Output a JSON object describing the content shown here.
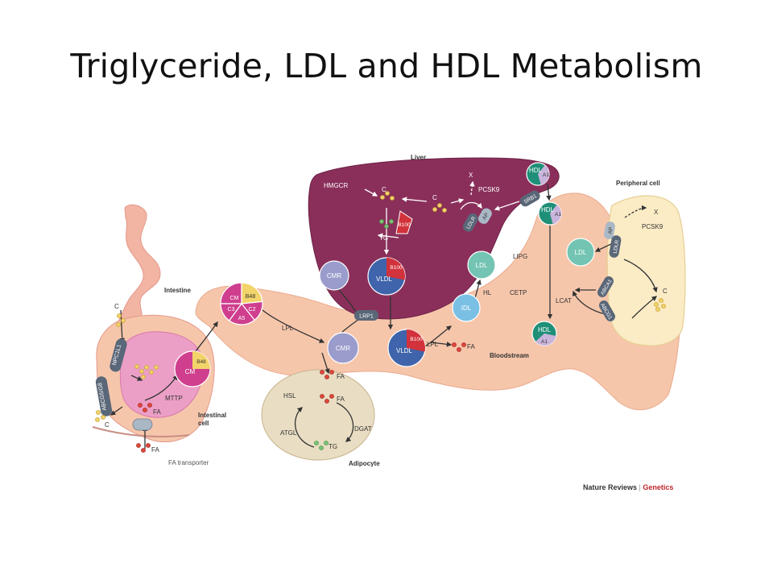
{
  "title": "Triglyceride, LDL and HDL Metabolism",
  "compartments": {
    "liver": "Liver",
    "intestine": "Intestine",
    "intestinal_cell": [
      "Intestinal",
      "cell"
    ],
    "bloodstream": "Bloodstream",
    "adipocyte": "Adipocyte",
    "peripheral_cell": "Peripheral cell"
  },
  "particles": {
    "cm_intestine": {
      "label": "CM",
      "apo": "B48"
    },
    "cm_blood": {
      "sectors": [
        "CM",
        "B48",
        "C2",
        "A5",
        "C3"
      ]
    },
    "cmr_liver": "CMR",
    "cmr_blood": "CMR",
    "vldl_liver": {
      "label": "VLDL",
      "apo": "B100"
    },
    "vldl_blood": {
      "label": "VLDL",
      "apo": "B100"
    },
    "idl": "IDL",
    "ldl_liver": "LDL",
    "ldl_peripheral": "LDL",
    "hdl_liver": {
      "label": "HDL",
      "apo": "A1"
    },
    "hdl_mid": {
      "label": "HDL",
      "apo": "A1"
    },
    "hdl_bottom": {
      "label": "HDL",
      "apo": "A1"
    },
    "b100_free": "B100"
  },
  "receptors": {
    "npc1l1": "NPC1L1",
    "abcg5g8": "ABCG5/G8",
    "lrp1": "LRP1",
    "ldlr_liver": "LDLR",
    "ap_liver": "AP",
    "srb1": "SRB1",
    "ap_peripheral": "AP",
    "ldlr_peripheral": "LDLR",
    "abca1": "ABCA1",
    "abcg1": "ABCG1"
  },
  "labels": {
    "hmgcr": "HMGCR",
    "c_liver_left": "C",
    "c_liver_right": "C",
    "tg_liver": "TG",
    "x_liver": "X",
    "pcsk9_liver": "PCSK9",
    "c_intestine_top": "C",
    "c_intestine_bottom": "C",
    "mttp": "MTTP",
    "fa_cell": "FA",
    "fa_entry": "FA",
    "fa_transporter": "FA transporter",
    "lpl_left": "LPL",
    "fa_blood_left": "FA",
    "lpl_right": "LPL",
    "fa_blood_right": "FA",
    "hl": "HL",
    "lipg": "LIPG",
    "cetp": "CETP",
    "lcat": "LCAT",
    "hsl": "HSL",
    "fa_adipocyte": "FA",
    "dgat": "DGAT",
    "atgl": "ATGL",
    "tg_adipocyte": "TG",
    "x_peripheral": "X",
    "pcsk9_peripheral": "PCSK9",
    "c_peripheral": "C"
  },
  "credit": {
    "journal": "Nature Reviews",
    "separator": " | ",
    "section": "Genetics"
  },
  "colors": {
    "liver": "#8a2f5a",
    "blood": "#f6c6ab",
    "intestinal_cell": "#ec9fc6",
    "adipocyte": "#e9ddc3",
    "peripheral_cell": "#fbecc6",
    "cm": "#cf3f8e",
    "blue_particle": "#3f64ab",
    "lavender_particle": "#9a9ccc",
    "ldl_teal": "#73c4b2",
    "idl_blue": "#7ac0e4",
    "hdl_green": "#1f8f77",
    "apo_red": "#d2323b"
  }
}
